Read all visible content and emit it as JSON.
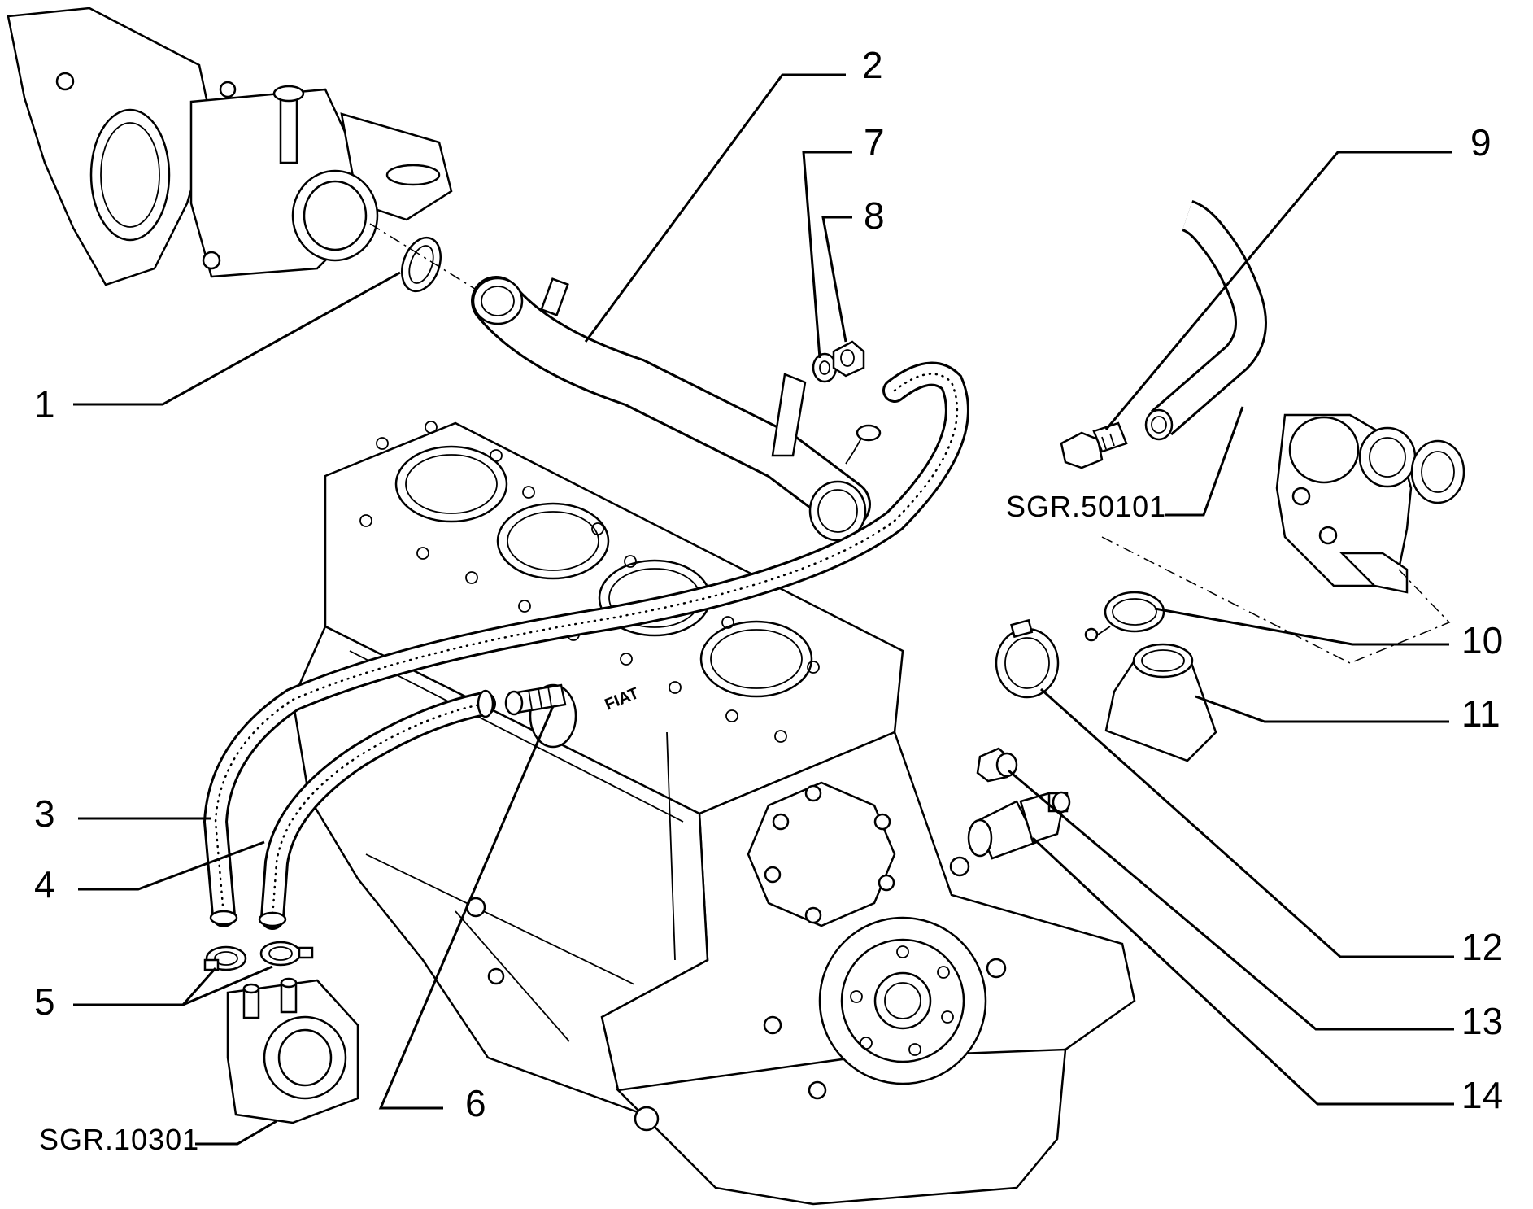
{
  "callouts": [
    {
      "id": "1",
      "label": "1"
    },
    {
      "id": "2",
      "label": "2"
    },
    {
      "id": "3",
      "label": "3"
    },
    {
      "id": "4",
      "label": "4"
    },
    {
      "id": "5",
      "label": "5"
    },
    {
      "id": "6",
      "label": "6"
    },
    {
      "id": "7",
      "label": "7"
    },
    {
      "id": "8",
      "label": "8"
    },
    {
      "id": "9",
      "label": "9"
    },
    {
      "id": "10",
      "label": "10"
    },
    {
      "id": "11",
      "label": "11"
    },
    {
      "id": "12",
      "label": "12"
    },
    {
      "id": "13",
      "label": "13"
    },
    {
      "id": "14",
      "label": "14"
    }
  ],
  "references": {
    "water_pump_group": "SGR.50101",
    "oil_cooler_group": "SGR.10301"
  },
  "engine_marking": "FIAT"
}
